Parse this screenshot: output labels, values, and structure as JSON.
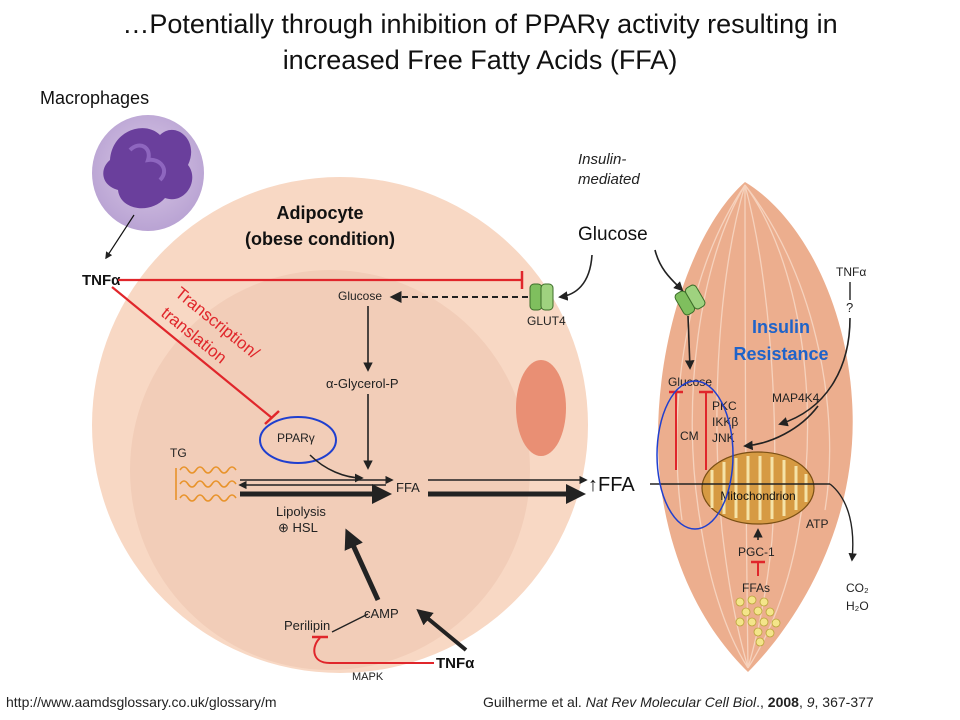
{
  "title": {
    "line1_pre": "…Potentially through inhibition of PPAR",
    "line1_gamma": "γ",
    "line1_post": " activity resulting in",
    "line2": "increased Free Fatty Acids (FFA)"
  },
  "macrophage_label": "Macrophages",
  "adipocyte": {
    "title_line1": "Adipocyte",
    "title_line2": "(obese condition)",
    "tnf_top": "TNFα",
    "tnf_bottom": "TNFα",
    "transcription_line1": "Transcription/",
    "transcription_line2": "translation",
    "glucose": "Glucose",
    "glut4": "GLUT4",
    "glycerol": "α-Glycerol-P",
    "pparg": "PPARγ",
    "tg": "TG",
    "ffa": "FFA",
    "lipolysis": "Lipolysis",
    "hsl": "⊕ HSL",
    "camp": "cAMP",
    "perilipin": "Perilipin",
    "mapk": "MAPK"
  },
  "insulin_mediated_line1": "Insulin-",
  "insulin_mediated_line2": "mediated",
  "glucose_label": "Glucose",
  "insulin_resistance_line1": "Insulin",
  "insulin_resistance_line2": "Resistance",
  "ffa_increase": "↑FFA",
  "muscle": {
    "tnf": "TNFα",
    "question": "?",
    "glucose": "Glucose",
    "cm": "CM",
    "pkc": "PKC",
    "ikk": "IKKβ",
    "jnk": "JNK",
    "map4k4": "MAP4K4",
    "mitochondrion": "Mitochondrion",
    "atp": "ATP",
    "pgc1": "PGC-1",
    "ffas": "FFAs",
    "co2": "CO₂",
    "h2o": "H₂O"
  },
  "footer": {
    "url": "http://www.aamdsglossary.co.uk/glossary/m",
    "cite_authors": "Guilherme et al. ",
    "cite_journal": "Nat Rev Molecular Cell Biol",
    "cite_sep1": "., ",
    "cite_year": "2008",
    "cite_sep2": ", ",
    "cite_volume": "9",
    "cite_pages": ", 367-377"
  },
  "colors": {
    "red": "#e0262b",
    "blue": "#1f3fcf",
    "cell": "#f6cdb4",
    "muscle": "#ecae8e"
  }
}
